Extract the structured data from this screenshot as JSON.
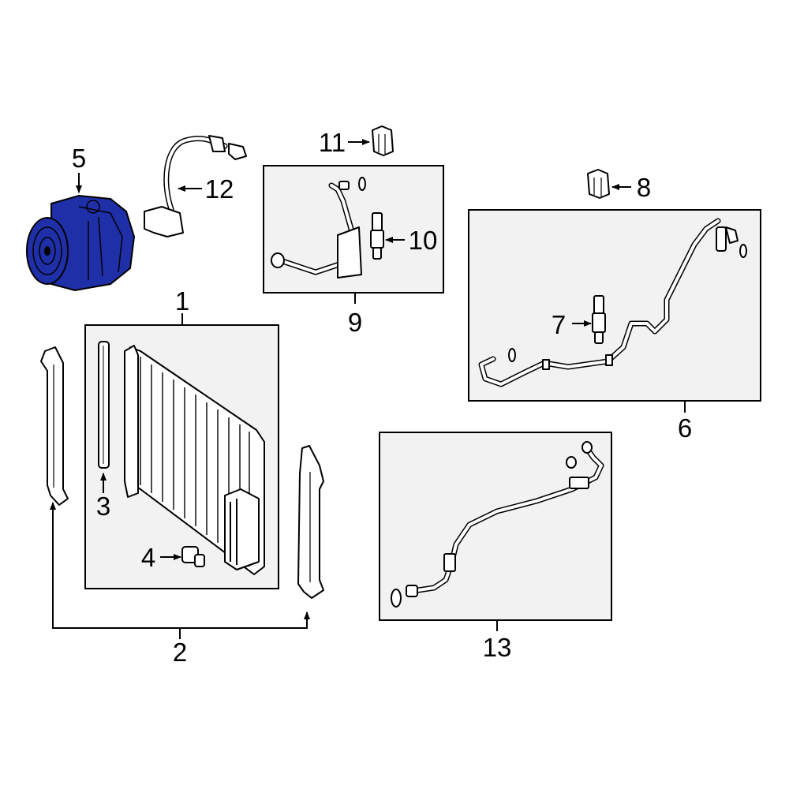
{
  "highlight_color": "#1f2fa8",
  "callouts": {
    "c1": "1",
    "c2": "2",
    "c3": "3",
    "c4": "4",
    "c5": "5",
    "c6": "6",
    "c7": "7",
    "c8": "8",
    "c9": "9",
    "c10": "10",
    "c11": "11",
    "c12": "12",
    "c13": "13"
  }
}
